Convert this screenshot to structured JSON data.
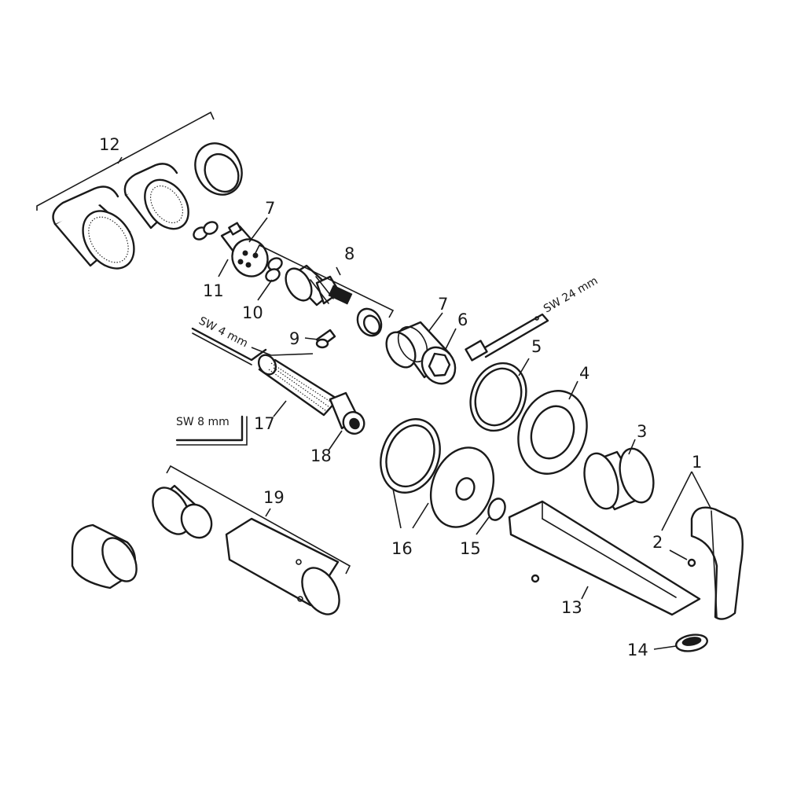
{
  "callouts": {
    "c1": "1",
    "c2": "2",
    "c3": "3",
    "c4": "4",
    "c5": "5",
    "c6": "6",
    "c7a": "7",
    "c7b": "7",
    "c8": "8",
    "c9": "9",
    "c10": "10",
    "c11": "11",
    "c12": "12",
    "c13": "13",
    "c14": "14",
    "c15": "15",
    "c16": "16",
    "c17": "17",
    "c18": "18",
    "c19": "19"
  },
  "tools": {
    "sw24": "SW 24 mm",
    "sw4": "SW 4 mm",
    "sw8": "SW 8 mm"
  }
}
